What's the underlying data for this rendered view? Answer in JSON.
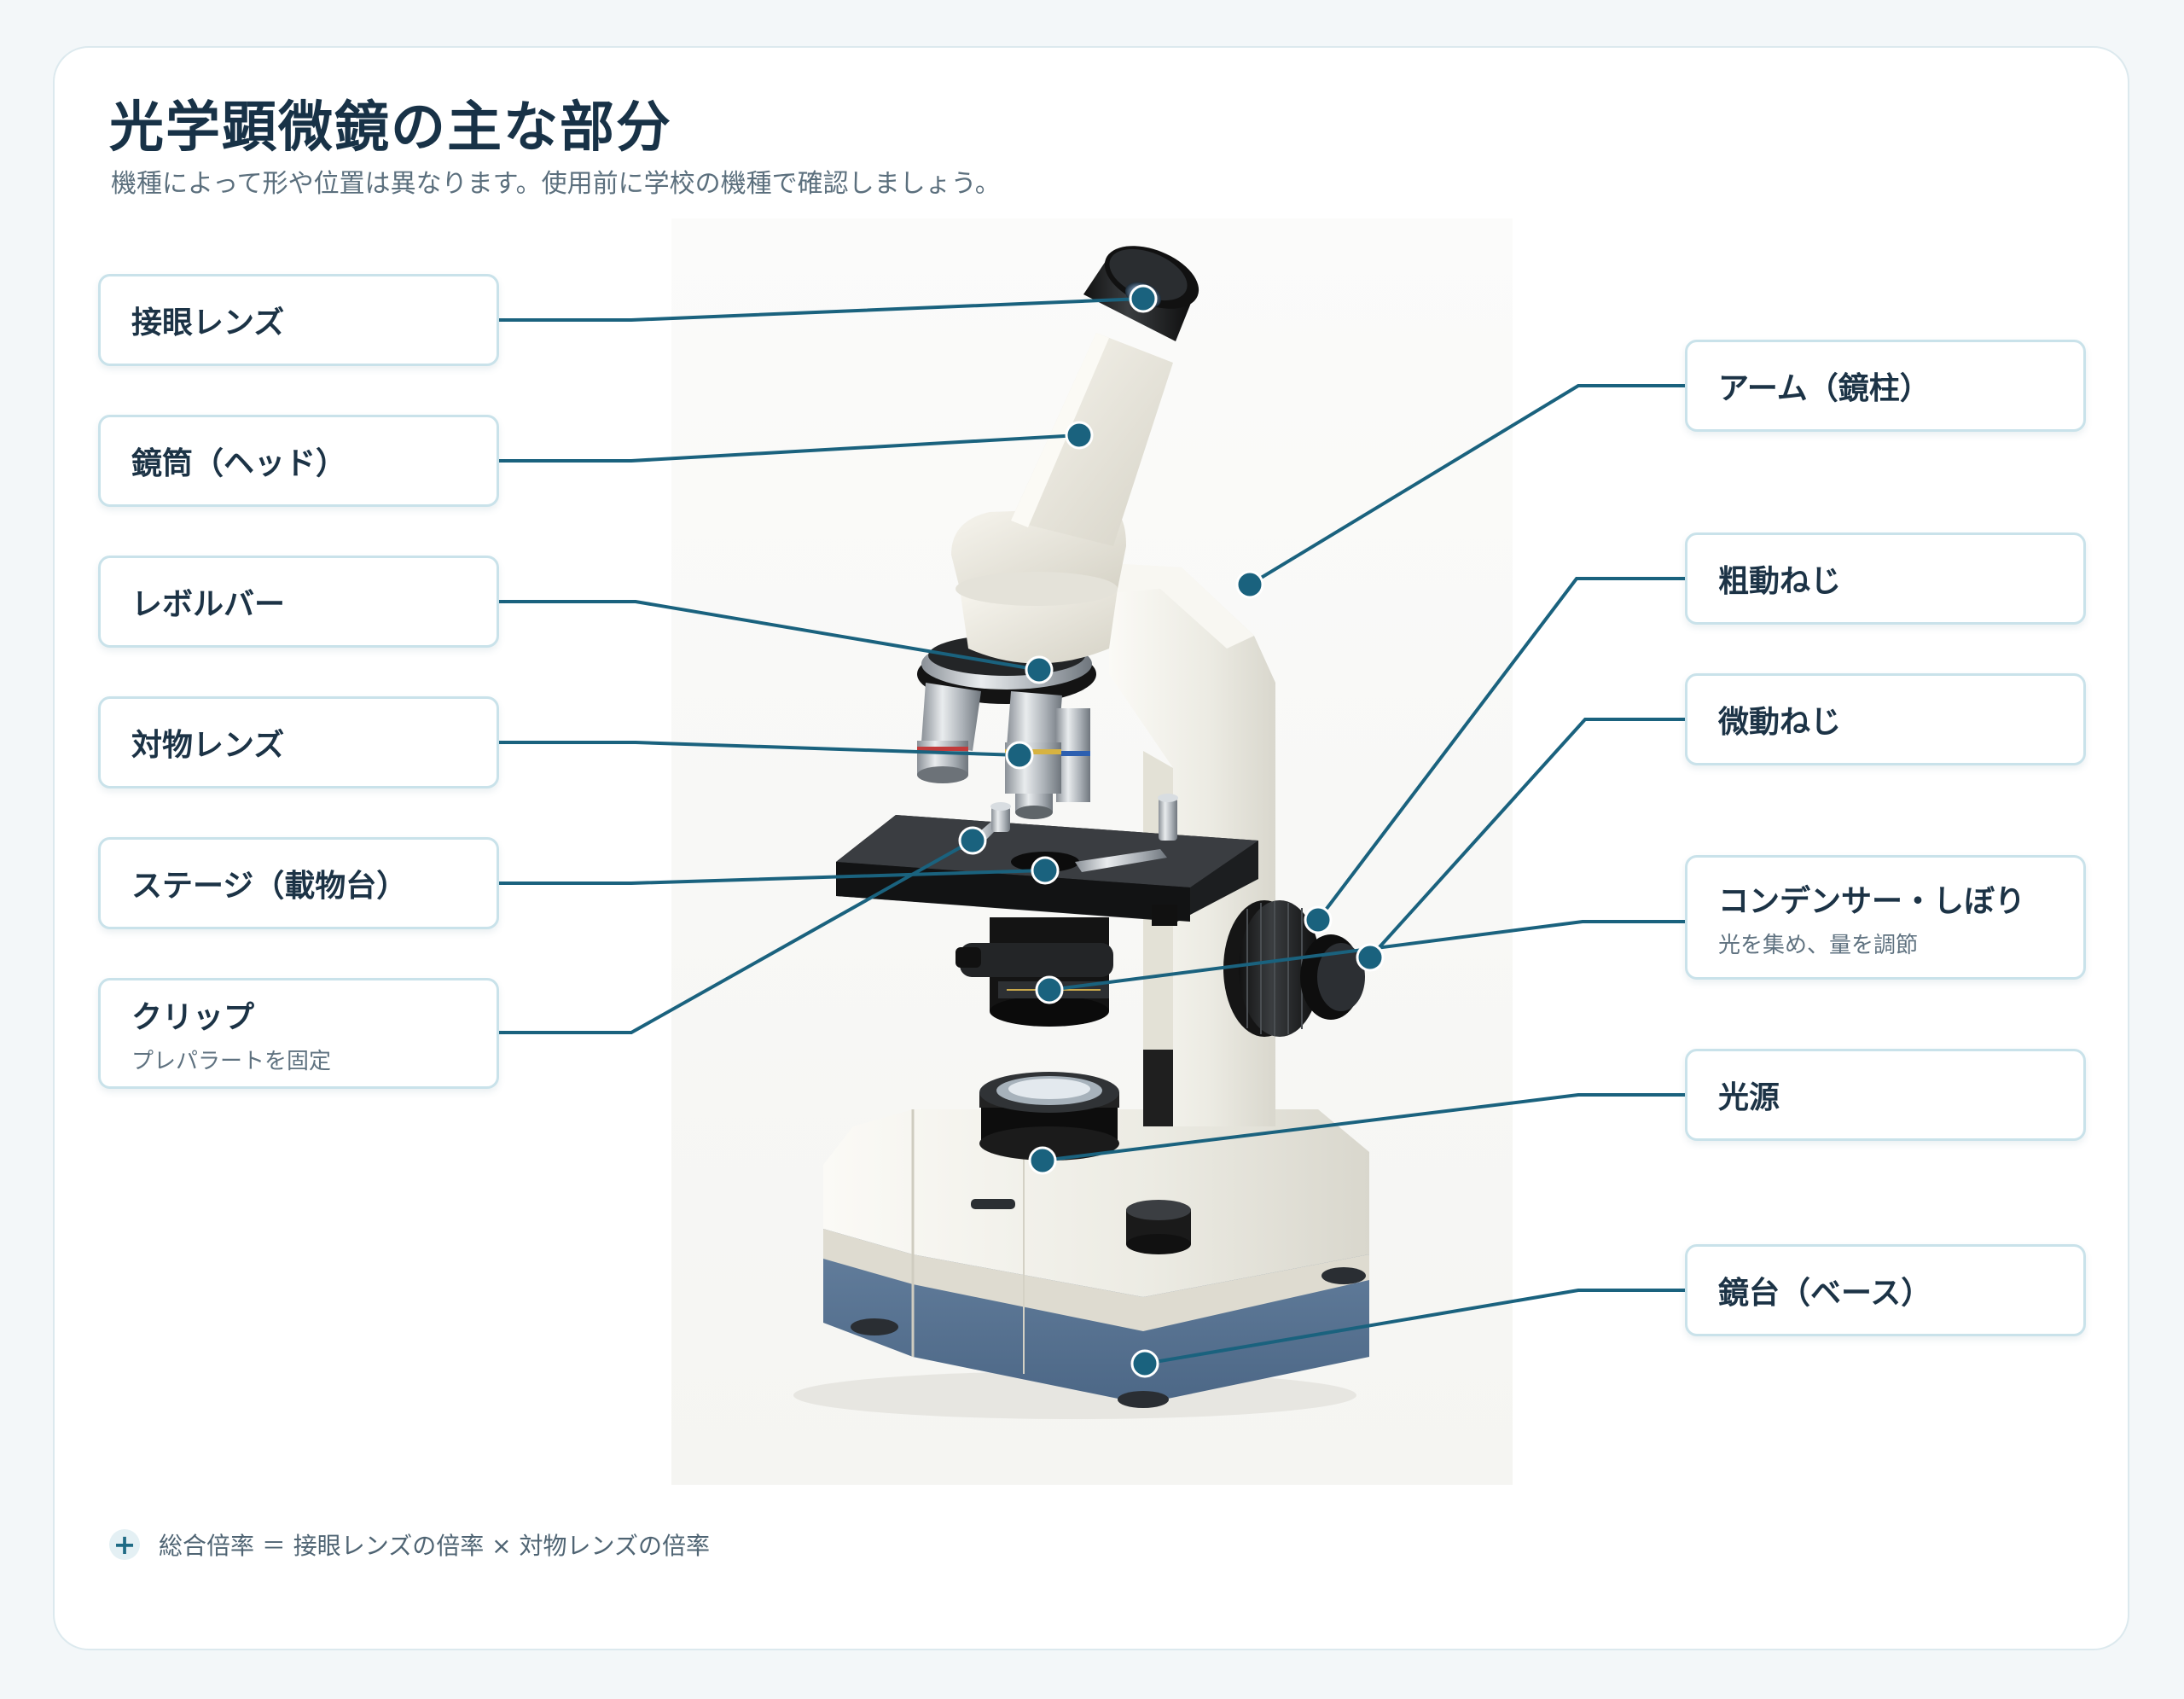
{
  "title": "光学顕微鏡の主な部分",
  "subtitle": "機種によって形や位置は異なります。使用前に学校の機種で確認しましょう。",
  "labels_left": [
    {
      "name": "接眼レンズ",
      "desc": ""
    },
    {
      "name": "鏡筒（ヘッド）",
      "desc": ""
    },
    {
      "name": "レボルバー",
      "desc": ""
    },
    {
      "name": "対物レンズ",
      "desc": ""
    },
    {
      "name": "ステージ（載物台）",
      "desc": ""
    },
    {
      "name": "クリップ",
      "desc": "プレパラートを固定"
    }
  ],
  "labels_right": [
    {
      "name": "アーム（鏡柱）",
      "desc": ""
    },
    {
      "name": "粗動ねじ",
      "desc": ""
    },
    {
      "name": "微動ねじ",
      "desc": ""
    },
    {
      "name": "コンデンサー・しぼり",
      "desc": "光を集め、量を調節"
    },
    {
      "name": "光源",
      "desc": ""
    },
    {
      "name": "鏡台（ベース）",
      "desc": ""
    }
  ],
  "footer": {
    "icon": "plus-icon",
    "text": "総合倍率 ＝ 接眼レンズの倍率 × 対物レンズの倍率"
  },
  "colors": {
    "leader_line": "#1a627e",
    "label_border": "#c9e2ea",
    "base_blue": "#5d7898",
    "body_white": "#ecebe4"
  }
}
